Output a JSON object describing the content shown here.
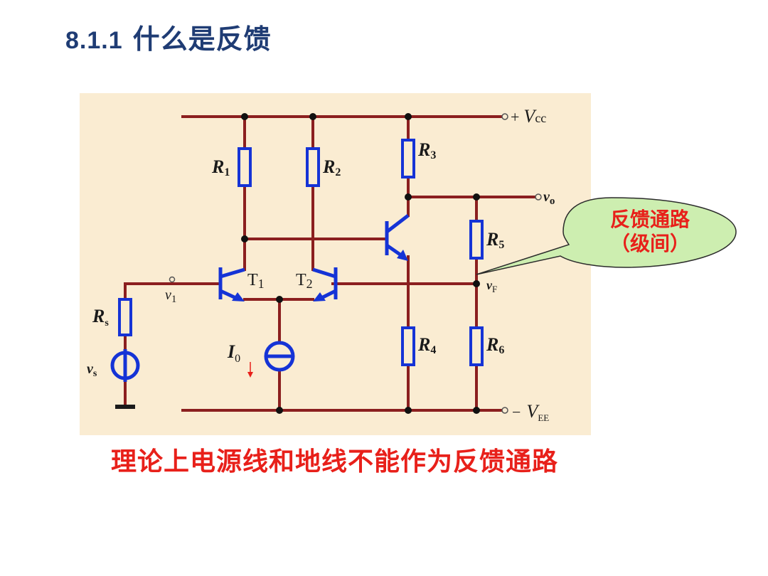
{
  "slide": {
    "section_number": "8.1.1",
    "section_title": "什么是反馈",
    "caption": "理论上电源线和地线不能作为反馈通路"
  },
  "circuit": {
    "labels": {
      "vcc_sign": "+",
      "vcc": "V",
      "vcc_sub": "cc",
      "vee_sign": "−",
      "vee": "V",
      "vee_sub": "EE",
      "vo": "v",
      "vo_sub": "o",
      "vf": "v",
      "vf_sub": "F",
      "v1": "v",
      "v1_sub": "1",
      "vs": "v",
      "vs_sub": "s",
      "i0": "I",
      "i0_sub": "0",
      "t1": "T",
      "t1_sub": "1",
      "t2": "T",
      "t2_sub": "2",
      "r1": "R",
      "r1_sub": "1",
      "r2": "R",
      "r2_sub": "2",
      "r3": "R",
      "r3_sub": "3",
      "r4": "R",
      "r4_sub": "4",
      "r5": "R",
      "r5_sub": "5",
      "r6": "R",
      "r6_sub": "6",
      "rs": "R",
      "rs_sub": "s"
    },
    "colors": {
      "background": "#faecd2",
      "wire": "#8b1f1f",
      "component": "#1533d6"
    }
  },
  "callout": {
    "line1": "反馈通路",
    "line2": "（级间）",
    "fill": "#cdeeb0"
  }
}
